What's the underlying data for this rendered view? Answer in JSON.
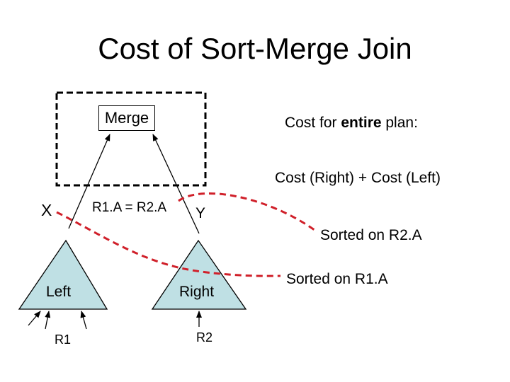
{
  "title": "Cost of Sort-Merge Join",
  "merge_label": "Merge",
  "cost_entire": {
    "prefix": "Cost for ",
    "bold": "entire",
    "suffix": " plan:"
  },
  "cost_formula": "Cost (Right) + Cost (Left)",
  "label_x": "X",
  "join_condition": "R1.A = R2.A",
  "label_y": "Y",
  "sorted_r2a": "Sorted on R2.A",
  "sorted_r1a": "Sorted on R1.A",
  "left_label": "Left",
  "right_label": "Right",
  "r1_label": "R1",
  "r2_label": "R2",
  "colors": {
    "triangle_fill": "#bfe0e4",
    "annotation_red": "#d0202a",
    "stroke": "#000000"
  }
}
